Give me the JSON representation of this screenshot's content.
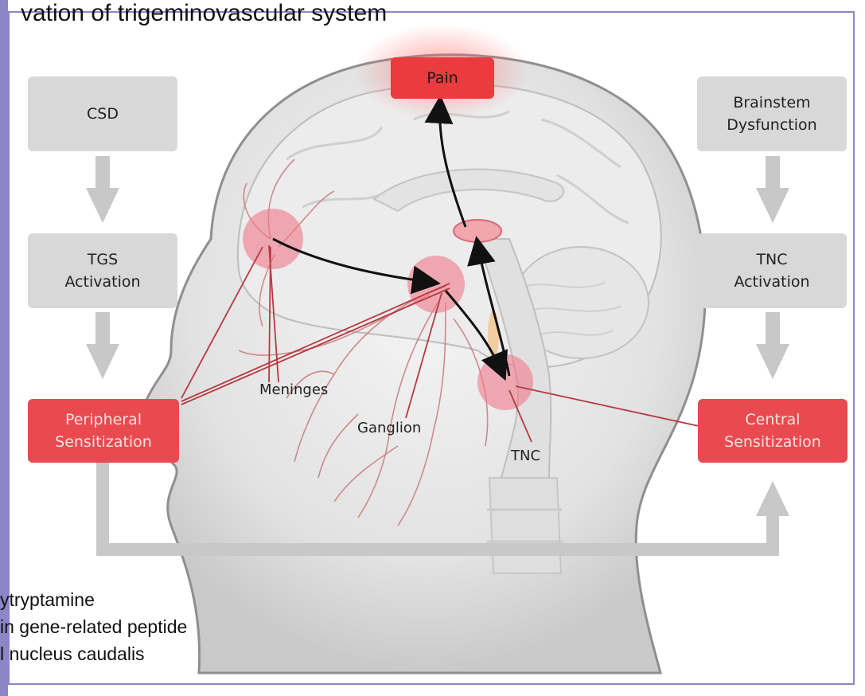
{
  "title": "vation of trigeminovascular system",
  "boxes": {
    "csd": "CSD",
    "tgs": "TGS\nActivation",
    "peripheral": "Peripheral\nSensitization",
    "pain": "Pain",
    "brainstem": "Brainstem\nDysfunction",
    "tnc_act": "TNC\nActivation",
    "central": "Central\nSensitization"
  },
  "labels": {
    "meninges": "Meninges",
    "ganglion": "Ganglion",
    "tnc": "TNC"
  },
  "footnotes": [
    "ytryptamine",
    "in gene-related peptide",
    "l nucleus caudalis"
  ],
  "colors": {
    "frame": "#8c86c7",
    "gray_box": "#d8d8d8",
    "red_box": "#e84a50",
    "highlight": "#f07a8a"
  }
}
